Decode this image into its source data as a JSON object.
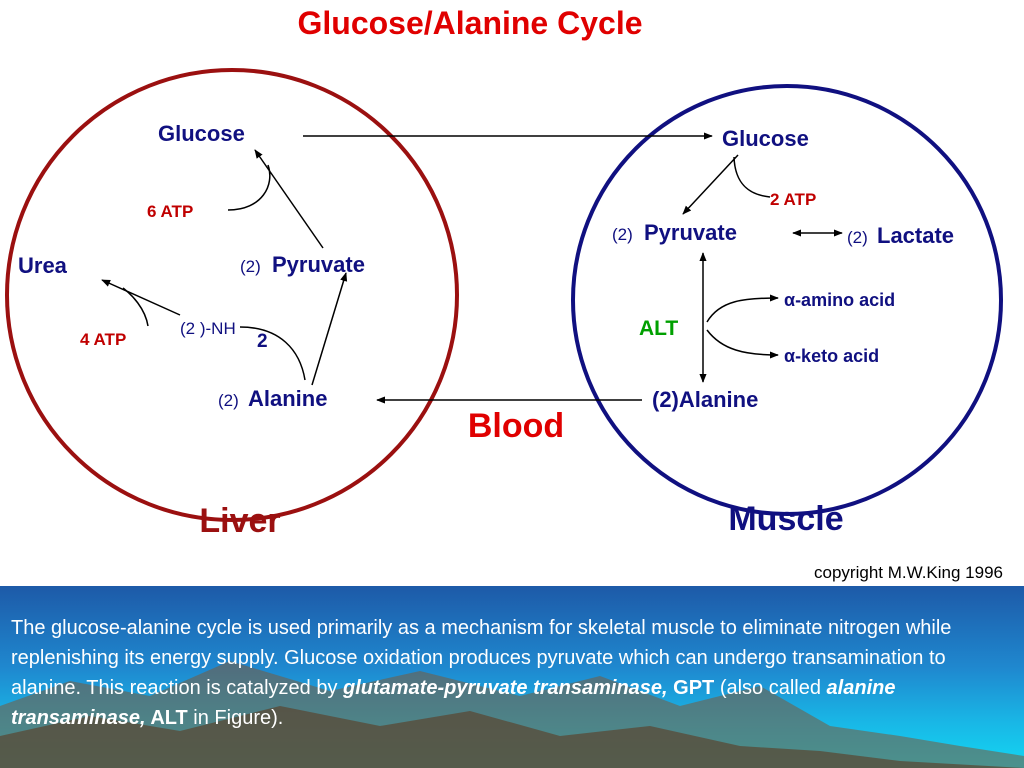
{
  "diagram": {
    "title": "Glucose/Alanine Cycle",
    "liver": {
      "label": "Liver",
      "glucose": "Glucose",
      "atp6": "6 ATP",
      "urea": "Urea",
      "pyruvate_coef": "(2)",
      "pyruvate": "Pyruvate",
      "nh2_prefix": "(2 )-NH",
      "nh2_sub": "2",
      "atp4": "4 ATP",
      "alanine_coef": "(2)",
      "alanine": "Alanine"
    },
    "blood": "Blood",
    "muscle": {
      "label": "Muscle",
      "glucose": "Glucose",
      "atp2": "2 ATP",
      "pyruvate_coef": "(2)",
      "pyruvate": "Pyruvate",
      "lactate_coef": "(2)",
      "lactate": "Lactate",
      "alt": "ALT",
      "amino_acid": "α-amino acid",
      "keto_acid": "α-keto acid",
      "alanine": "(2)Alanine"
    },
    "copyright": "copyright M.W.King 1996",
    "colors": {
      "liver_circle": "#9b1010",
      "muscle_circle": "#101080",
      "title": "#e00000",
      "atp": "#c00000",
      "alt": "#00a000"
    }
  },
  "caption": {
    "t1": "The glucose-alanine cycle is used primarily as a mechanism for skeletal muscle to eliminate nitrogen while replenishing its energy supply. Glucose oxidation produces pyruvate which can undergo transamination to alanine. This reaction is catalyzed by ",
    "enzyme1": "glutamate-pyruvate transaminase,",
    "abbr1": " GPT",
    "t2": " (also called ",
    "enzyme2": "alanine transaminase,",
    "abbr2": " ALT",
    "t3": " in Figure)."
  }
}
